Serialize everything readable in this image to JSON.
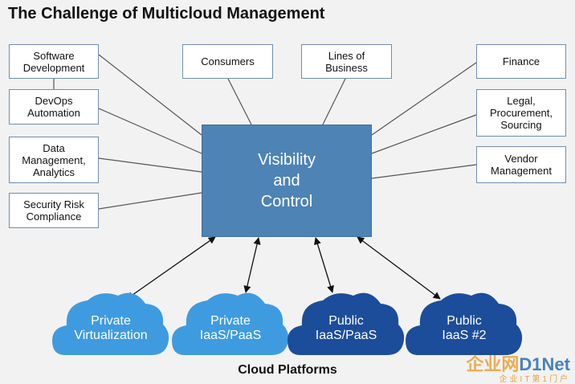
{
  "title": "The Challenge of Multicloud Management",
  "center_label": "Visibility\nand\nControl",
  "left_boxes": [
    {
      "label": "Software\nDevelopment"
    },
    {
      "label": "DevOps\nAutomation"
    },
    {
      "label": "Data\nManagement,\nAnalytics"
    },
    {
      "label": "Security Risk\nCompliance"
    }
  ],
  "top_boxes": [
    {
      "label": "Consumers"
    },
    {
      "label": "Lines of\nBusiness"
    }
  ],
  "right_boxes": [
    {
      "label": "Finance"
    },
    {
      "label": "Legal,\nProcurement,\nSourcing"
    },
    {
      "label": "Vendor\nManagement"
    }
  ],
  "clouds": [
    {
      "label": "Private\nVirtualization",
      "color": "#3f9be0"
    },
    {
      "label": "Private\nIaaS/PaaS",
      "color": "#3f9be0"
    },
    {
      "label": "Public\nIaaS/PaaS",
      "color": "#1c4d9a"
    },
    {
      "label": "Public\nIaaS #2",
      "color": "#1c4d9a"
    }
  ],
  "footer": "Cloud Platforms",
  "colors": {
    "center_fill": "#4e83b6",
    "connector": "#555555",
    "box_border": "#6f8fad"
  },
  "watermark": {
    "text": "企业网",
    "brand": "D1Net",
    "sub": "企业IT第1门户"
  }
}
